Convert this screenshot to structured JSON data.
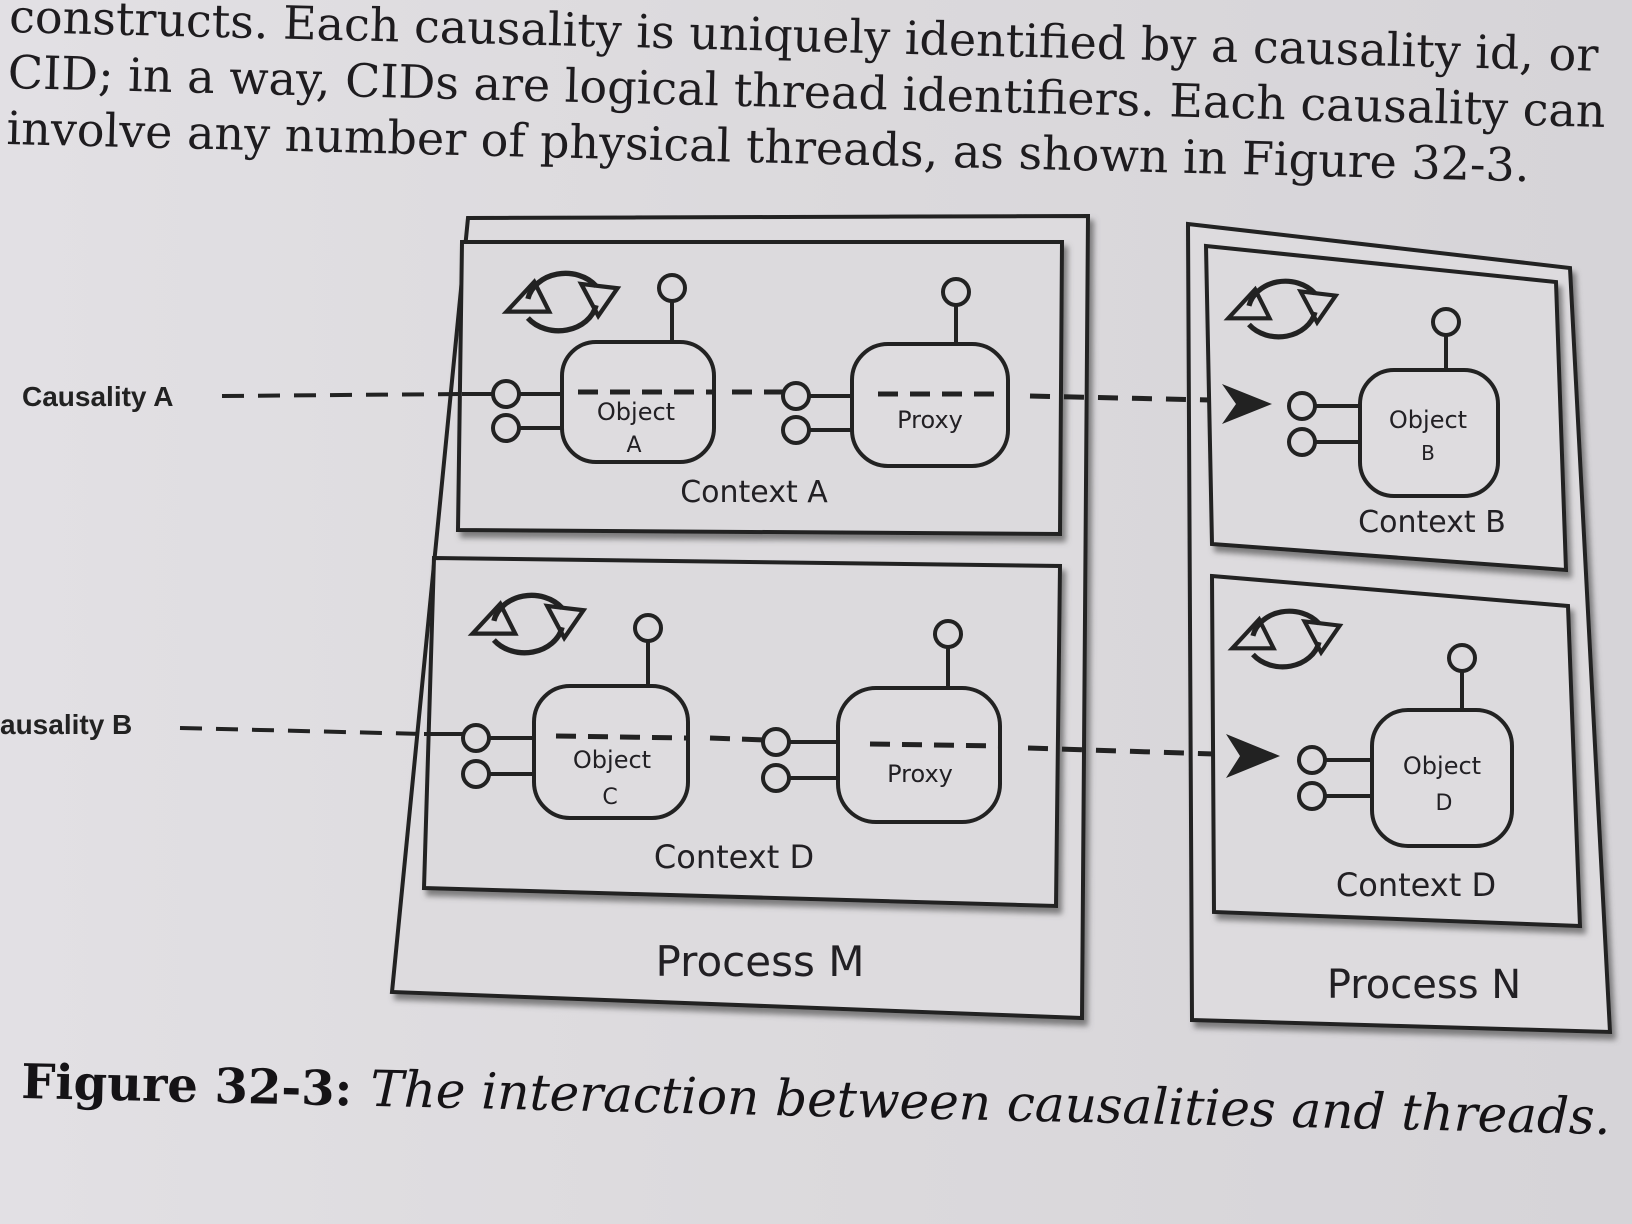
{
  "text_lines": [
    "constructs. Each causality is uniquely identified by a causality id, or",
    "CID; in a way, CIDs are logical thread identifiers. Each causality can",
    "involve any number of physical threads, as shown in Figure 32-3."
  ],
  "diagram": {
    "causalities": [
      "Causality A",
      "ausality B"
    ],
    "process_m": {
      "label": "Process M",
      "contexts": [
        {
          "label": "Context A",
          "object": [
            "Object",
            "A"
          ],
          "proxy": "Proxy"
        },
        {
          "label": "Context D",
          "object": [
            "Object",
            "C"
          ],
          "proxy": "Proxy"
        }
      ]
    },
    "process_n": {
      "label": "Process N",
      "contexts": [
        {
          "label": "Context B",
          "object": [
            "Object",
            "B"
          ]
        },
        {
          "label": "Context D",
          "object": [
            "Object",
            "D"
          ]
        }
      ]
    },
    "icons": [
      "sync-arrows-icon",
      "interface-lollipop-icon",
      "arrowhead-icon"
    ]
  },
  "caption": {
    "figure_number": "Figure 32-3:",
    "title": "The interaction between causalities and threads."
  }
}
